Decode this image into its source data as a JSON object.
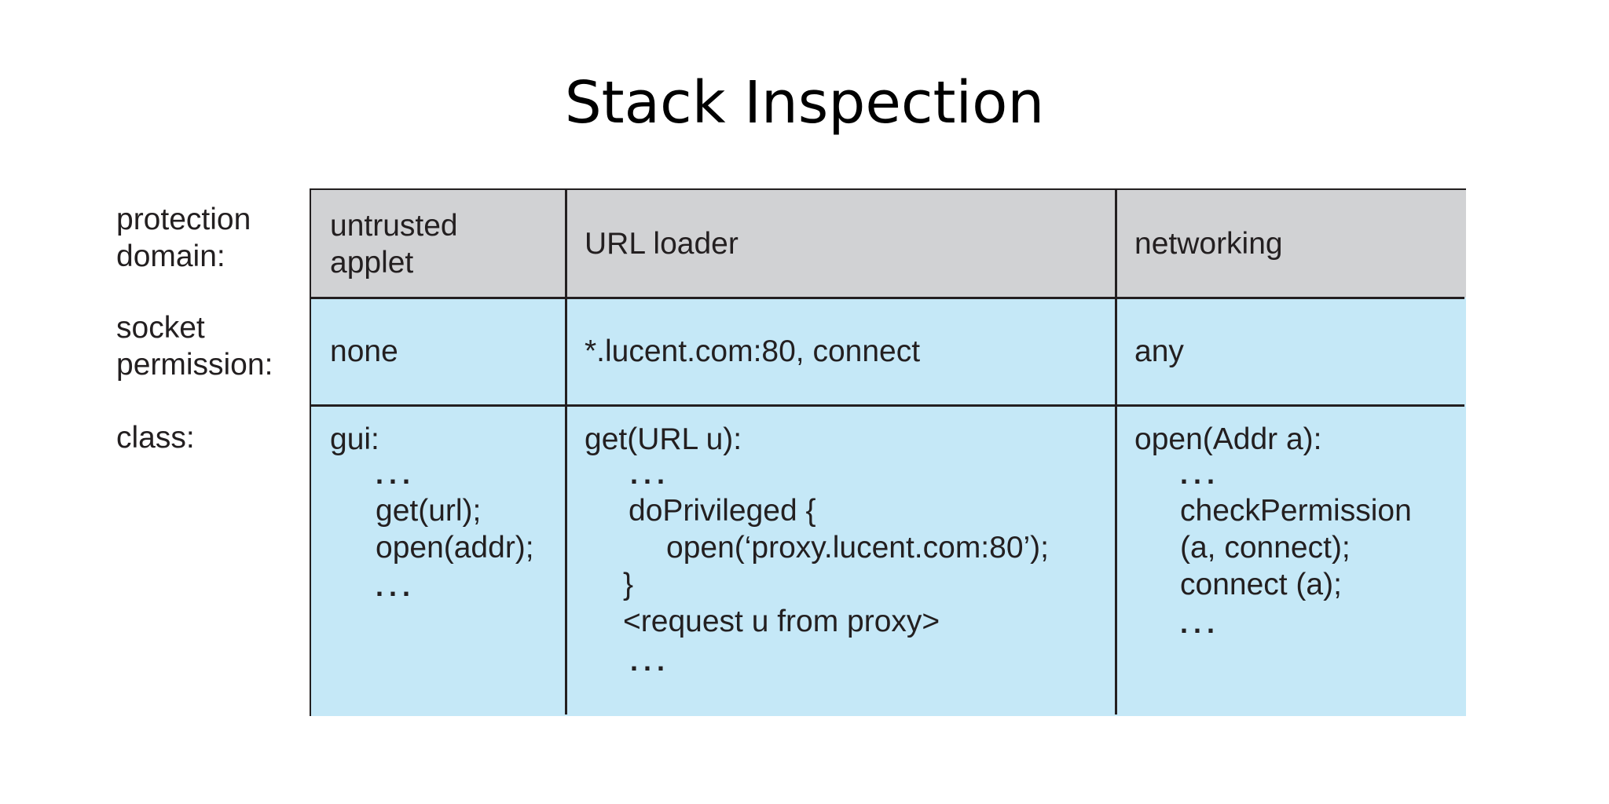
{
  "title": "Stack Inspection",
  "row_labels": {
    "protection_domain": "protection\ndomain:",
    "socket_permission": "socket\npermission:",
    "class": "class:"
  },
  "domains": [
    "untrusted\napplet",
    "URL loader",
    "networking"
  ],
  "permissions": [
    "none",
    "*.lucent.com:80, connect",
    "any"
  ],
  "classes": {
    "applet": {
      "header": "gui:",
      "dots": "...",
      "line1": "get(url);",
      "line2": "open(addr);"
    },
    "loader": {
      "header": "get(URL u):",
      "dots": "...",
      "line1": "doPrivileged {",
      "line2": "open(‘proxy.lucent.com:80’);",
      "line3": "}",
      "line4": "<request u from proxy>"
    },
    "networking": {
      "header": "open(Addr a):",
      "dots": "...",
      "line1": "checkPermission",
      "line2": "(a, connect);",
      "line3": "connect (a);"
    }
  },
  "colors": {
    "header_fill": "#d1d2d4",
    "body_fill": "#c5e8f7",
    "border": "#231f20"
  }
}
